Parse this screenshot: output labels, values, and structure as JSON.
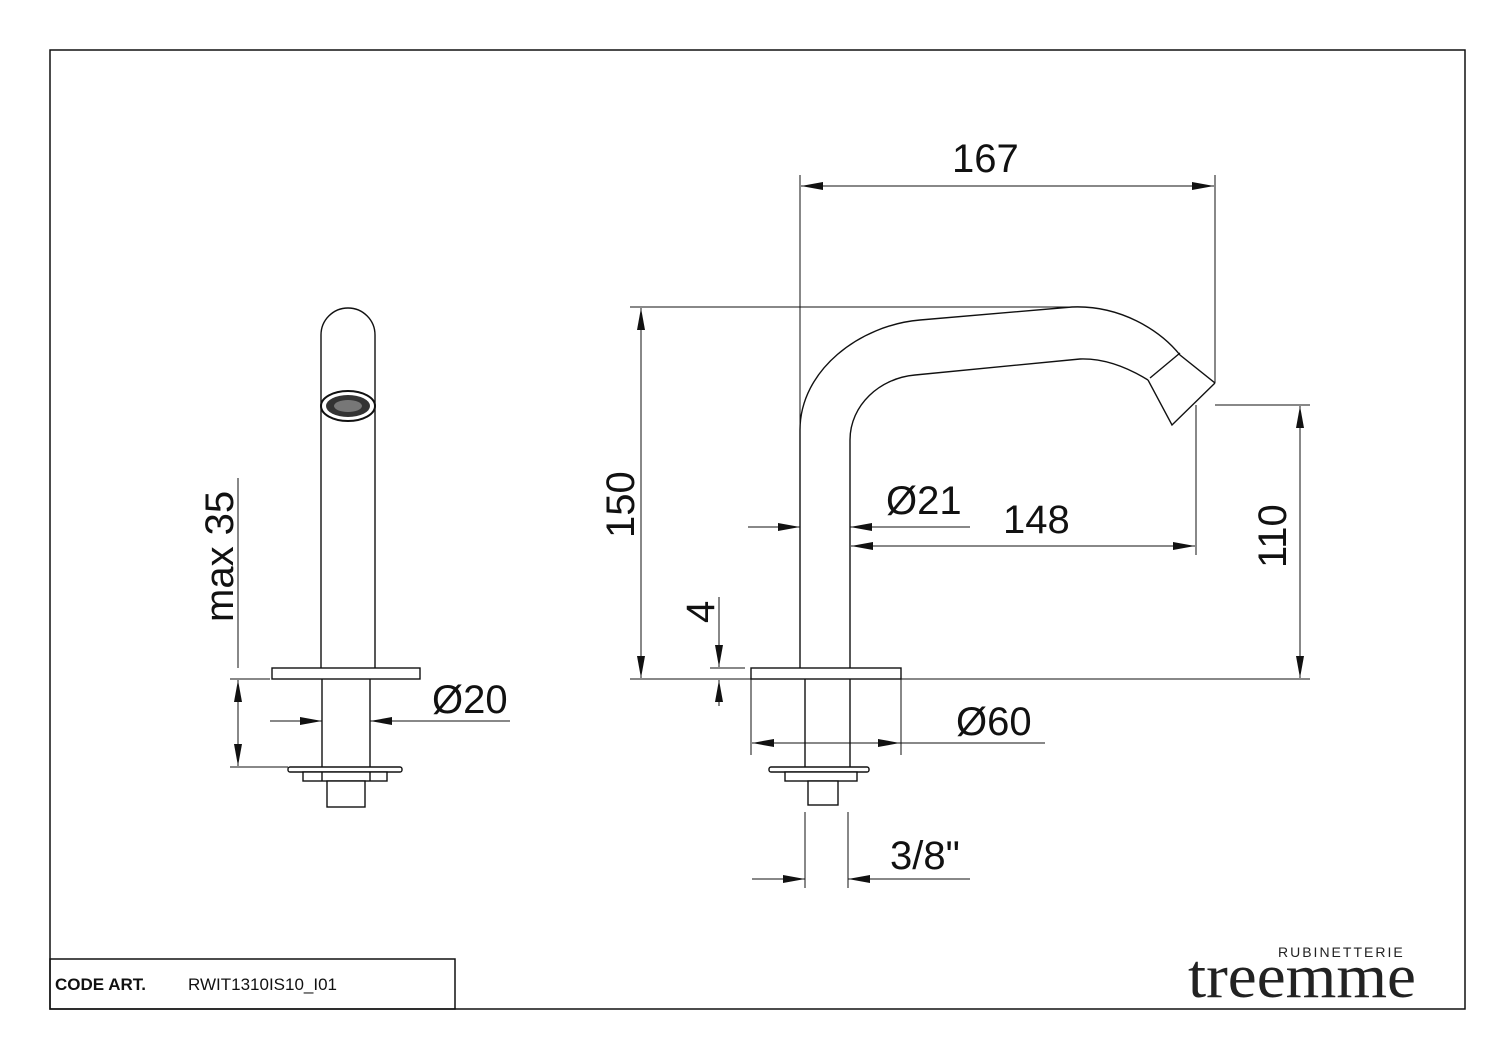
{
  "dimensions": {
    "left": {
      "max_35": "max 35",
      "d20": "Ø20"
    },
    "right": {
      "w167": "167",
      "h150": "150",
      "d21": "Ø21",
      "w148": "148",
      "h110": "110",
      "t4": "4",
      "d60": "Ø60",
      "thread": "3/8\""
    }
  },
  "title_block": {
    "code_label": "CODE ART.",
    "code_value": "RWIT1310IS10_I01"
  },
  "brand": {
    "top": "RUBINETTERIE",
    "main": "treemme"
  }
}
